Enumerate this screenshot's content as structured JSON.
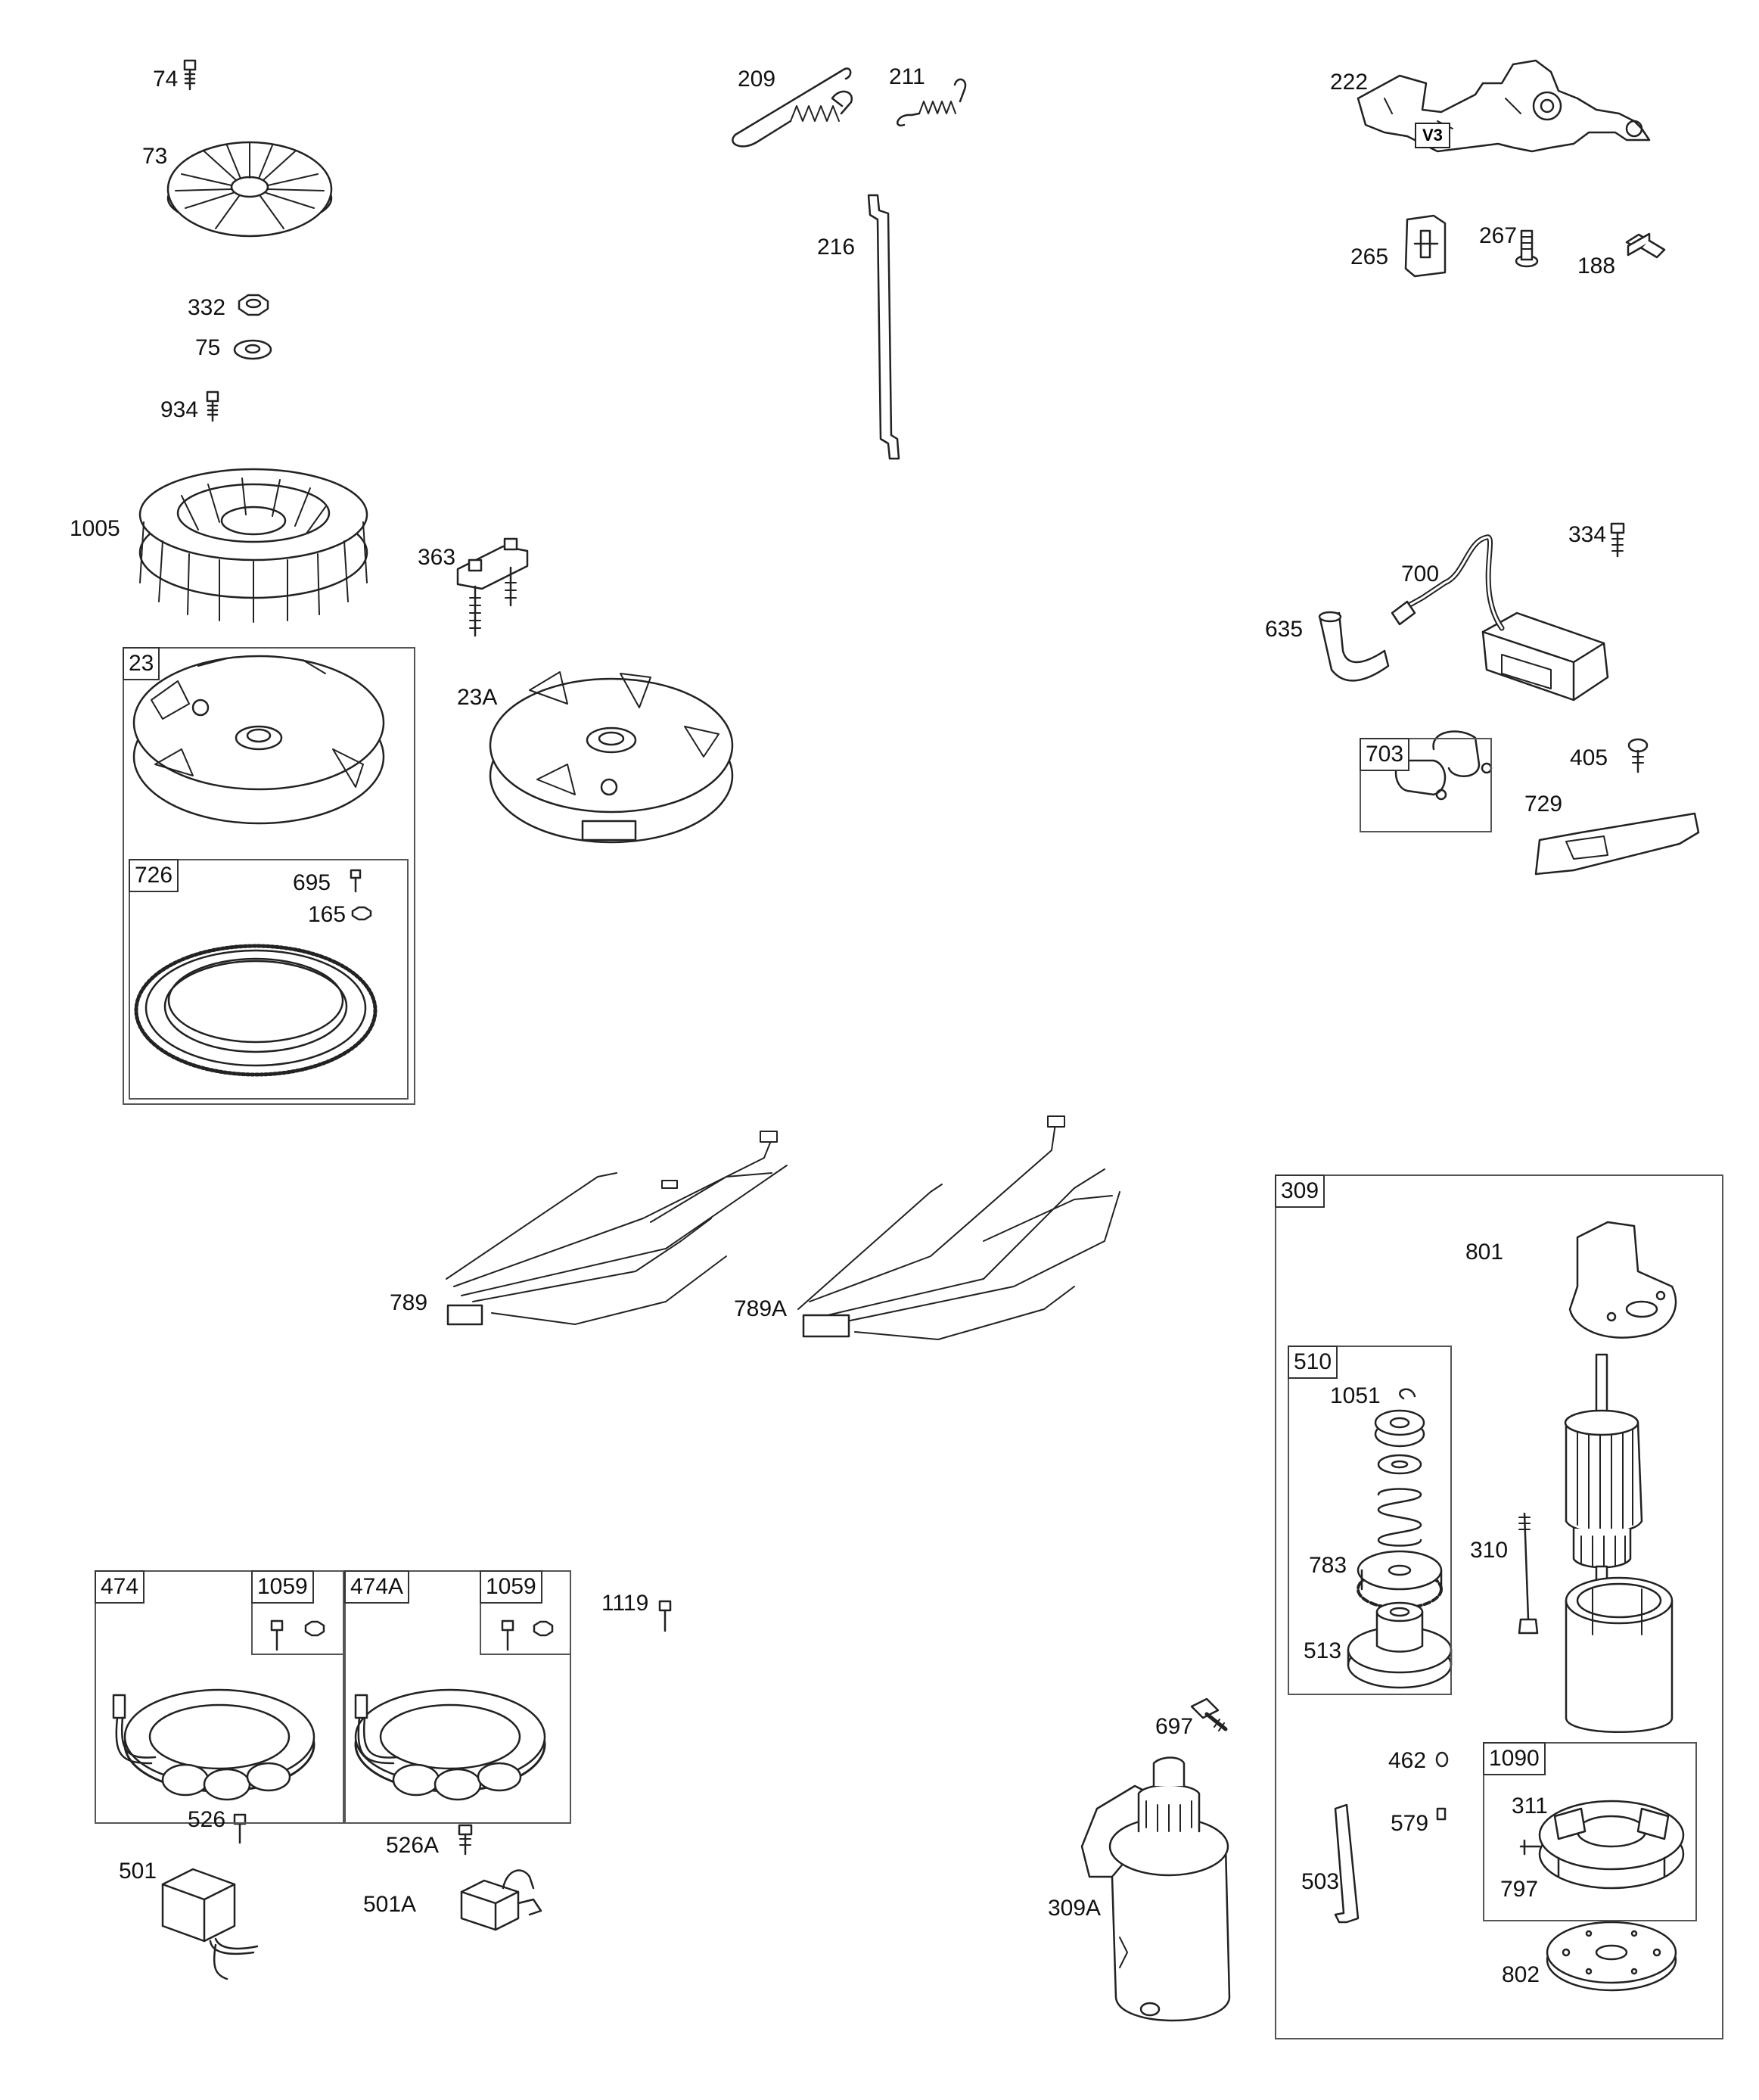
{
  "callouts": {
    "p74": "74",
    "p73": "73",
    "p332": "332",
    "p75": "75",
    "p934": "934",
    "p1005": "1005",
    "p363": "363",
    "p23A": "23A",
    "p209": "209",
    "p211": "211",
    "p216": "216",
    "p222": "222",
    "p265": "265",
    "p267": "267",
    "p188": "188",
    "p334": "334",
    "p700": "700",
    "p635": "635",
    "p405": "405",
    "p729": "729",
    "p695": "695",
    "p165": "165",
    "p789": "789",
    "p789A": "789A",
    "p801": "801",
    "p1051": "1051",
    "p783": "783",
    "p513": "513",
    "p310": "310",
    "p1119": "1119",
    "p697": "697",
    "p309A": "309A",
    "p462": "462",
    "p579": "579",
    "p503": "503",
    "p311": "311",
    "p797": "797",
    "p802": "802",
    "p526": "526",
    "p501": "501",
    "p526A": "526A",
    "p501A": "501A"
  },
  "boxes": {
    "b23": "23",
    "b726": "726",
    "b703": "703",
    "b309": "309",
    "b510": "510",
    "b1090": "1090",
    "b474": "474",
    "b1059a": "1059",
    "b474A": "474A",
    "b1059b": "1059"
  },
  "marks": {
    "v3": "V3"
  }
}
